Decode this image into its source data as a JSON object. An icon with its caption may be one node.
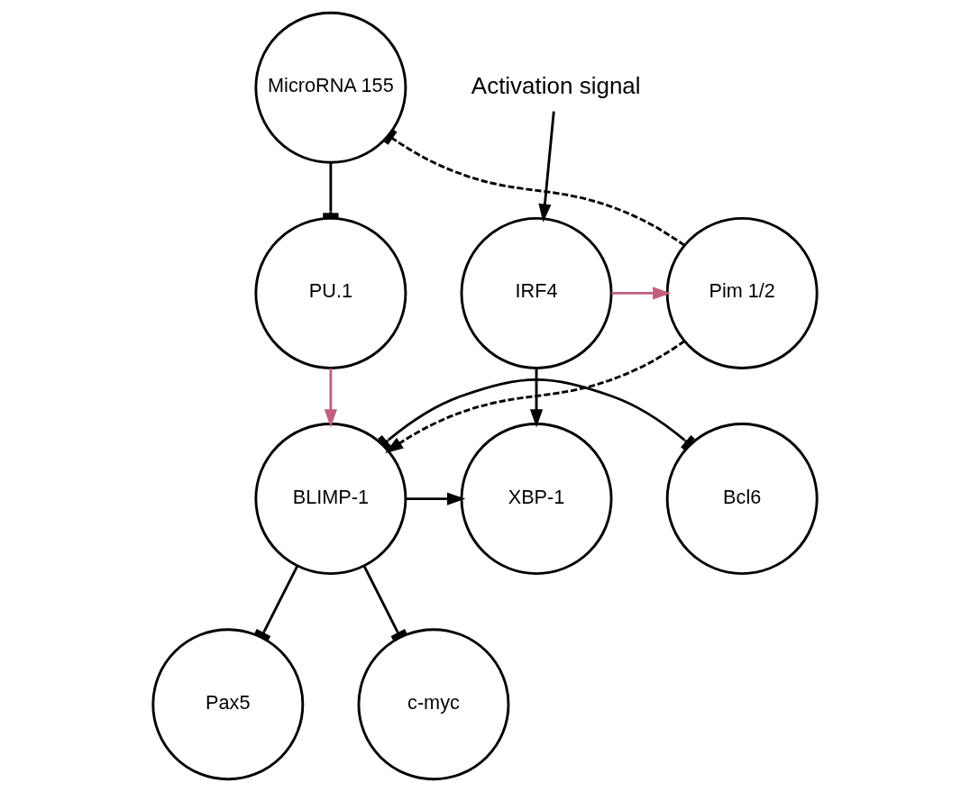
{
  "diagram": {
    "nodes": [
      {
        "text": [
          "Activation signal"
        ]
      },
      {
        "text": [
          "MicroRNA 155"
        ]
      },
      {
        "text": [
          "PU.1"
        ]
      },
      {
        "text": [
          "Pim 1/2"
        ]
      },
      {
        "text": [
          "IRF4"
        ]
      },
      {
        "text": [
          "XBP-1"
        ]
      },
      {
        "text": [
          "Bcl6"
        ]
      },
      {
        "text": [
          "BLIMP-1"
        ]
      },
      {
        "text": [
          "Pax5"
        ]
      },
      {
        "text": [
          "c-myc"
        ]
      }
    ],
    "edges": [
      {
        "from": 0,
        "to": 4,
        "arrow": "to"
      },
      {
        "from": 3,
        "to": 1,
        "arrow": "other",
        "style": "dashed"
      },
      {
        "from": 1,
        "to": 2,
        "arrow": "other"
      },
      {
        "from": 4,
        "to": 3,
        "arrow": "to",
        "color": "#c0607c"
      },
      {
        "from": 4,
        "to": 5,
        "arrow": "to"
      },
      {
        "from": 2,
        "to": 7,
        "arrow": "to",
        "color": "#c0607c"
      },
      {
        "from": 3,
        "to": 7,
        "arrow": "to",
        "style": "dashed"
      },
      {
        "from": 7,
        "to": 5,
        "arrow": "to"
      },
      {
        "from": 7,
        "to": 6,
        "arrow": "other"
      },
      {
        "from": 7,
        "to": 8,
        "arrow": "other"
      },
      {
        "from": 7,
        "to": 9,
        "arrow": "other"
      }
    ]
  }
}
